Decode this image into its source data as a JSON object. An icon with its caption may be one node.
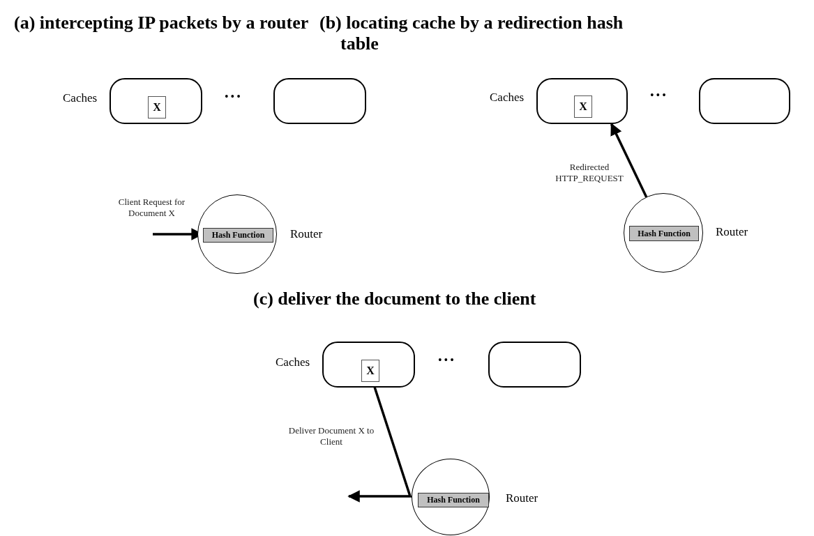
{
  "diagram": {
    "nodes": [
      {
        "text": [],
        "shape": "box",
        "beside": [
          "Caches"
        ]
      },
      {
        "text": [
          "X"
        ],
        "in": 0
      },
      {
        "text": [],
        "shape": "box"
      },
      {
        "text": [],
        "shape": "circle",
        "beside": [
          "Router"
        ]
      },
      {
        "text": [
          "Hash Function"
        ],
        "in": 3
      },
      {
        "text": [],
        "shape": "box",
        "beside": [
          "Caches"
        ]
      },
      {
        "text": [
          "X"
        ],
        "in": 5
      },
      {
        "text": [],
        "shape": "box"
      },
      {
        "text": [],
        "shape": "circle",
        "beside": [
          "Router"
        ]
      },
      {
        "text": [
          "Hash Function"
        ],
        "in": 8
      },
      {
        "text": [],
        "shape": "box",
        "beside": [
          "Caches"
        ]
      },
      {
        "text": [
          "X"
        ],
        "in": 10
      },
      {
        "text": [],
        "shape": "box"
      },
      {
        "text": [],
        "shape": "circle",
        "beside": [
          "Router"
        ]
      },
      {
        "text": [
          "Hash Function"
        ],
        "in": 13
      }
    ],
    "edges": [
      {
        "from": null,
        "to": 4,
        "arrow": "to",
        "label": "Client Request for Document X"
      },
      {
        "from": 8,
        "to": 5,
        "arrow": "to",
        "label": "Redirected HTTP_REQUEST"
      },
      {
        "from": 10,
        "to": null,
        "arrow": "to",
        "label": "Deliver Document X to Client"
      }
    ],
    "labels": [
      "(a) intercepting IP packets by a router",
      "(b) locating cache by a redirection hash table",
      "•••",
      "•••",
      "(c) deliver the document to the client",
      "•••"
    ]
  }
}
